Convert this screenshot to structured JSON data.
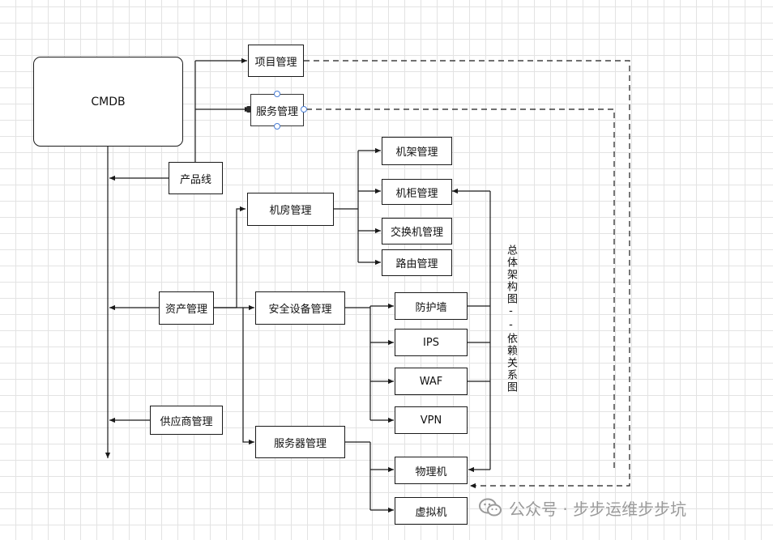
{
  "nodes": {
    "cmdb": "CMDB",
    "product_line": "产品线",
    "project_mgmt": "项目管理",
    "service_mgmt": "服务管理",
    "asset_mgmt": "资产管理",
    "supplier_mgmt": "供应商管理",
    "datacenter_mgmt": "机房管理",
    "rack_mgmt": "机架管理",
    "cabinet_mgmt": "机柜管理",
    "switch_mgmt": "交换机管理",
    "router_mgmt": "路由管理",
    "security_mgmt": "安全设备管理",
    "firewall": "防护墙",
    "ips": "IPS",
    "waf": "WAF",
    "vpn": "VPN",
    "server_mgmt": "服务器管理",
    "physical": "物理机",
    "virtual": "虚拟机"
  },
  "side_label": "总体架构图--依赖关系图",
  "watermark": "公众号 · 步步运维步步坑",
  "colors": {
    "line": "#1a1a1a",
    "handle": "#4a7fd6",
    "watermark": "#9a9a9a"
  }
}
